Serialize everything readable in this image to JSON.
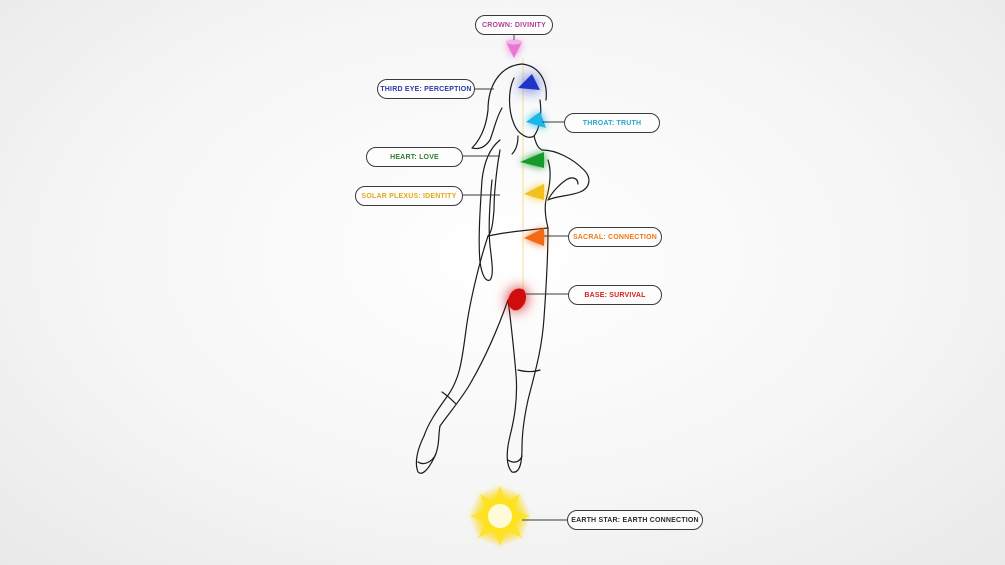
{
  "labels": {
    "crown": {
      "text": "CROWN: DIVINITY",
      "color": "#b0409a"
    },
    "third_eye": {
      "text": "THIRD EYE: PERCEPTION",
      "color": "#2a3aa8"
    },
    "throat": {
      "text": "THROAT: TRUTH",
      "color": "#27a6cc"
    },
    "heart": {
      "text": "HEART: LOVE",
      "color": "#2e7d32"
    },
    "solar_plexus": {
      "text": "SOLAR PLEXUS: IDENTITY",
      "color": "#e0a91c"
    },
    "sacral": {
      "text": "SACRAL: CONNECTION",
      "color": "#ee7a1a"
    },
    "base": {
      "text": "BASE: SURVIVAL",
      "color": "#d31f1f"
    },
    "earth_star": {
      "text": "EARTH STAR: EARTH CONNECTION",
      "color": "#2b2b2b"
    }
  },
  "chakra_colors": {
    "crown": "#e66bd0",
    "third_eye": "#1f35c8",
    "throat": "#1bb6e8",
    "heart": "#179a2a",
    "solar_plexus": "#f1c21b",
    "sacral": "#f26a12",
    "base": "#cf1111",
    "earth_star": "#ffe21a"
  }
}
